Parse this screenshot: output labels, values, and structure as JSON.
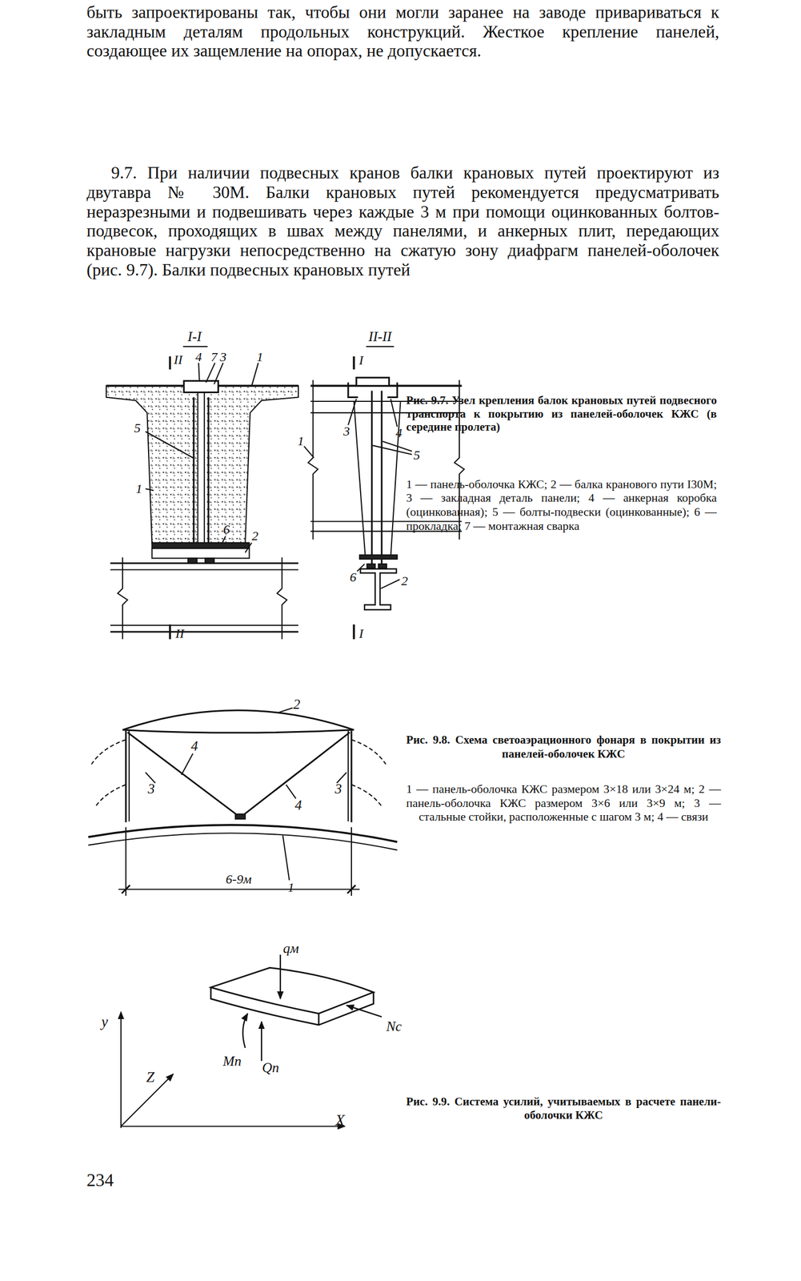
{
  "diagram": {
    "labels": [
      "быть запроектированы так, чтобы они могли заранее на заводе привариваться к закладным деталям продольных конструкций. Жесткое крепление панелей, создающее их защемление на опорах, не допускается.",
      "9.7. При наличии подвесных кранов балки крановых путей проектируют из двутавра № 30М. Балки крановых путей рекомендуется предусматривать неразрезными и подвешивать через каждые 3 м при помощи оцинкованных болтов-подвесок, проходящих в швах между панелями, и анкерных плит, передающих крановые нагрузки непосредственно на сжатую зону диафрагм панелей-оболочек (рис. 9.7). Балки подвесных крановых путей",
      "Рис. 9.7. Узел крепления балок крановых путей подвесного транспорта к покрытию из панелей-оболочек КЖС (в середине пролета)",
      "1 — панель-оболочка КЖС; 2 — балка кранового пути I30М; 3 — закладная деталь панели; 4 — анкерная коробка (оцинкованная); 5 — болты-подвески (оцинкованные); 6 — прокладка; 7 — монтажная сварка",
      "Рис. 9.8. Схема светоаэрационного фонаря в покрытии из панелей-оболочек КЖС",
      "1 — панель-оболочка КЖС размером 3×18 или 3×24 м; 2 — панель-оболочка КЖС размером 3×6 или 3×9 м; 3 — стальные стойки, расположенные с шагом 3 м; 4 — связи",
      "Рис. 9.9. Система усилий, учитываемых в расчете панели-оболочки КЖС",
      "234",
      "I-I",
      "II",
      "4",
      "7",
      "3",
      "1",
      "5",
      "1",
      "6",
      "2",
      "II",
      "II-II",
      "I",
      "1",
      "3",
      "4",
      "5",
      "6",
      "2",
      "I",
      "2",
      "4",
      "3",
      "4",
      "3",
      "6-9м",
      "1",
      "qм",
      "Nc",
      "Mп",
      "Qп",
      "y",
      "Z",
      "X"
    ]
  }
}
